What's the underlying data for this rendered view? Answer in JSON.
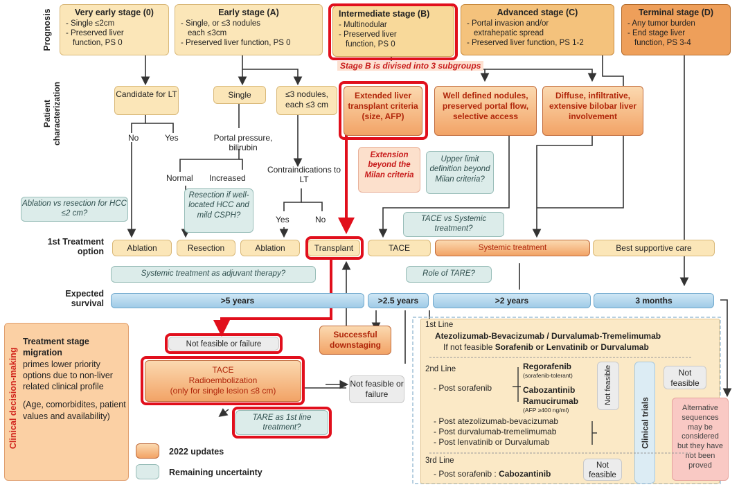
{
  "side_labels": {
    "prognosis": "Prognosis",
    "patient": "Patient",
    "characterization": "characterization",
    "clinical": "Clinical decision-making"
  },
  "stages": {
    "very_early": {
      "title": "Very early stage (0)",
      "l1": "- Single ≤2cm",
      "l2": "- Preserved liver",
      "l3": "function, PS 0"
    },
    "early": {
      "title": "Early stage (A)",
      "l1": "- Single, or ≤3 nodules",
      "l2": "each ≤3cm",
      "l3": "- Preserved liver function, PS 0"
    },
    "intermediate": {
      "title": "Intermediate stage (B)",
      "l1": "- Multinodular",
      "l2": "- Preserved liver",
      "l3": "function, PS 0"
    },
    "advanced": {
      "title": "Advanced stage (C)",
      "l1": "- Portal invasion and/or",
      "l2": "extrahepatic spread",
      "l3": "- Preserved liver function, PS 1-2"
    },
    "terminal": {
      "title": "Terminal stage (D)",
      "l1": "- Any tumor burden",
      "l2": "- End stage liver",
      "l3": "function, PS 3-4"
    }
  },
  "stage_b_note": "Stage B is divised into 3 subgroups",
  "char": {
    "candidate": "Candidate for LT",
    "single": "Single",
    "nodules": "≤3 nodules, each ≤3 cm",
    "no": "No",
    "yes": "Yes",
    "portal": "Portal pressure, bilirubin",
    "normal": "Normal",
    "increased": "Increased",
    "contra": "Contraindications to LT",
    "yes2": "Yes",
    "no2": "No"
  },
  "subgroups": {
    "extended": "Extended liver transplant criteria (size, AFP)",
    "well": "Well defined nodules, preserved portal flow, selective access",
    "diffuse": "Diffuse, infiltrative, extensive bilobar liver involvement"
  },
  "notes": {
    "extension": "Extension beyond the Milan criteria",
    "upper": "Upper limit definition beyond Milan criteria?",
    "ablation_vs": "Ablation vs resection for HCC ≤2 cm?",
    "resection_if": "Resection if well-located HCC and mild CSPH?",
    "tace_vs": "TACE vs Systemic treatment?",
    "adjuvant": "Systemic treatment as adjuvant therapy?",
    "tare_role": "Role of TARE?",
    "tare_first": "TARE as 1st line treatment?"
  },
  "row_labels": {
    "first_tx_1": "1st Treatment",
    "first_tx_2": "option",
    "survival_1": "Expected",
    "survival_2": "survival"
  },
  "treatments": {
    "ablation": "Ablation",
    "resection": "Resection",
    "ablation2": "Ablation",
    "transplant": "Transplant",
    "tace": "TACE",
    "systemic": "Systemic treatment",
    "bsc": "Best supportive care"
  },
  "survival": {
    "s1": ">5 years",
    "s2": ">2.5 years",
    "s3": ">2 years",
    "s4": "3 months"
  },
  "migration": {
    "title": "Treatment stage migration",
    "body": "primes lower priority options due to non-liver related clinical profile",
    "body2": "(Age, comorbidites, patient values and availability)"
  },
  "failure": {
    "nf1": "Not feasible or failure",
    "downstaging": "Successful downstaging",
    "tace": "TACE",
    "radio": "Radioembolization",
    "radio_note": "(only for single lesion ≤8 cm)",
    "nf2": "Not feasible or failure"
  },
  "legend": {
    "updates": "2022 updates",
    "uncertainty": "Remaining uncertainty"
  },
  "systemic_panel": {
    "line1_label": "1st Line",
    "line1_main": "Atezolizumab-Bevacizumab / Durvalumab-Tremelimumab",
    "line1_alt_pre": "If not feasible",
    "line1_alt": "Sorafenib or Lenvatinib or Durvalumab",
    "line2_label": "2nd Line",
    "post_sorafenib": "- Post sorafenib",
    "rego": "Regorafenib",
    "rego_note": "(sorafenib-tolerant)",
    "cabo": "Cabozantinib",
    "ramu": "Ramucirumab",
    "ramu_note": "(AFP ≥400 ng/ml)",
    "not_feasible_v": "Not feasible",
    "clinical_trials": "Clinical trials",
    "post_atezo": "- Post atezolizumab-bevacizumab",
    "post_durva": "- Post durvalumab-tremelimumab",
    "post_lenva": "- Post lenvatinib or Durvalumab",
    "line3_label": "3rd Line",
    "post_sorafenib3": "- Post sorafenib :",
    "cabo3": "Cabozantinib",
    "not_feasible3": "Not feasible",
    "not_feasible_r": "Not feasible",
    "alternative": "Alternative sequences may be considered but they have not been proved"
  }
}
